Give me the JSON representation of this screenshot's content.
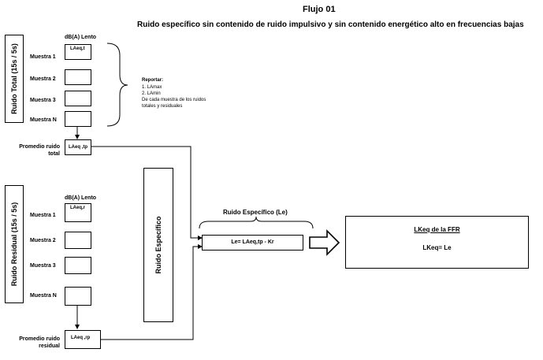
{
  "header": {
    "flujo": "Flujo  01",
    "subtitle": "Ruido específico sin contenido de ruido impulsivo y sin contenido energético alto en frecuencias bajas"
  },
  "total": {
    "side_label": "Ruido Total  (15s / 5s)",
    "column_header": "dB(A) Lento",
    "first_box": "LAeq,t",
    "samples": [
      "Muestra 1",
      "Muestra 2",
      "Muestra 3",
      "Muestra N"
    ],
    "avg_label_line1": "Promedio ruido",
    "avg_label_line2": "total",
    "avg_box": "LAeq ,tp"
  },
  "report": {
    "title": "Reportar:",
    "line1": "1. LAmax",
    "line2": "2. LAmin",
    "line3": "De cada muestra de los ruidos",
    "line4": "totales y residuales"
  },
  "residual": {
    "side_label": "Ruido Residual  (15s / 5s)",
    "column_header": "dB(A) Lento",
    "first_box": "LAeq,r",
    "samples": [
      "Muestra 1",
      "Muestra 2",
      "Muestra 3",
      "Muestra N"
    ],
    "avg_label_line1": "Promedio ruido",
    "avg_label_line2": "residual",
    "avg_box": "LAeq ,rp"
  },
  "center": {
    "vertical_label": "Ruido Específico"
  },
  "specific": {
    "brace_label": "Ruido Específico (Le)",
    "formula": "Le= LAeq,tp - Kr"
  },
  "result": {
    "title": "LKeq de la FFR",
    "formula": "LKeq= Le"
  }
}
